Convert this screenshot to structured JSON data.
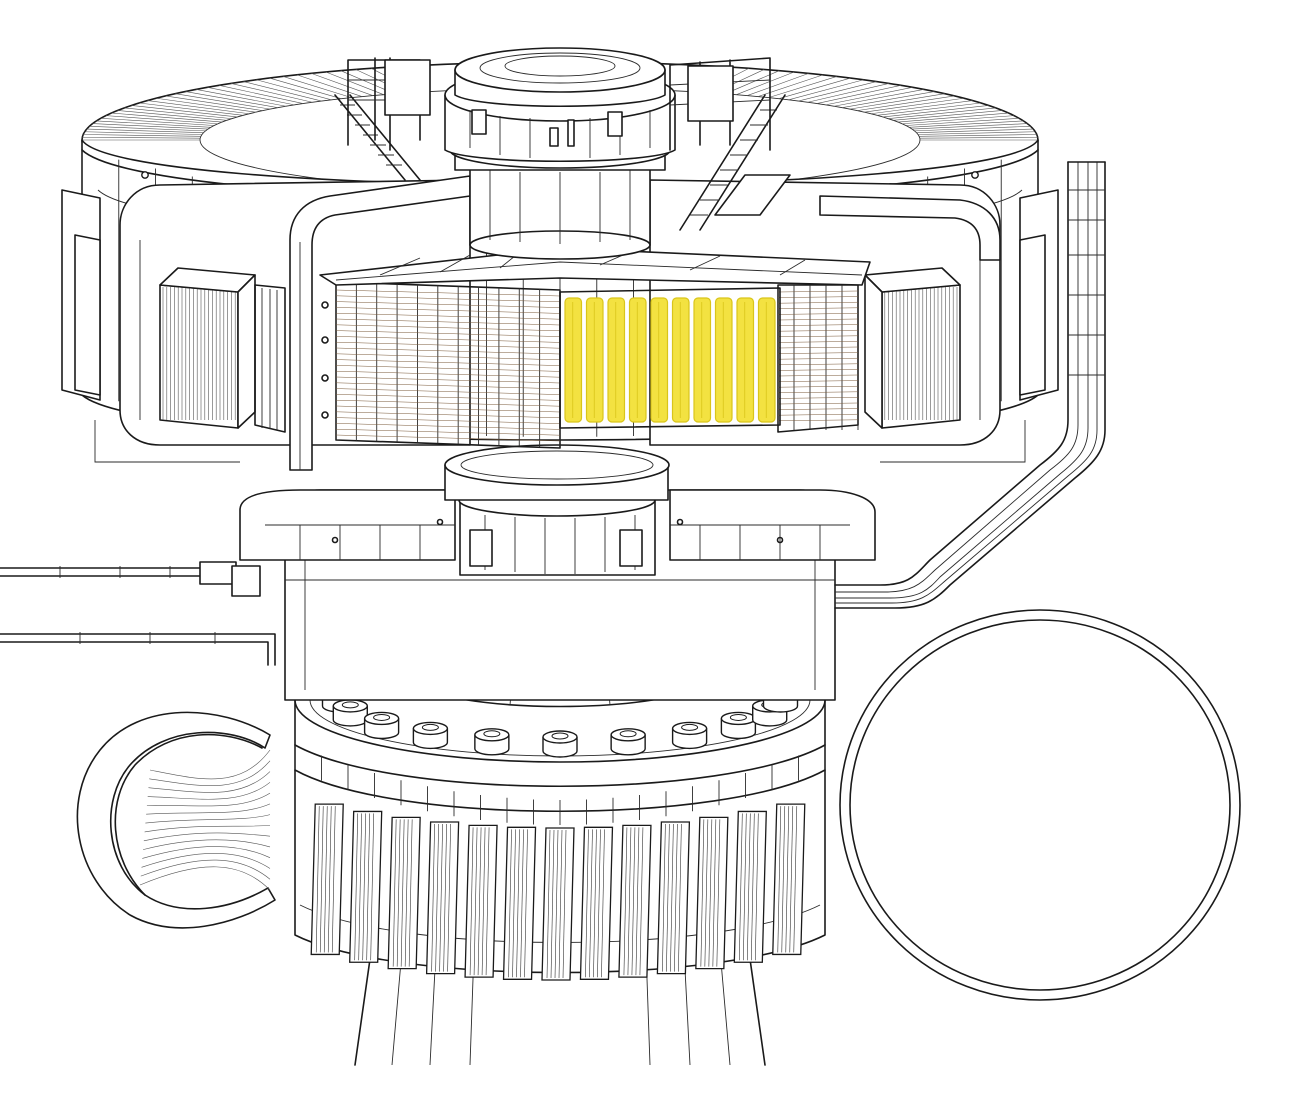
{
  "title": "",
  "colors": {
    "background": "#ffffff",
    "line": "#1a1a1a",
    "stator_coil": "#f2cfaa",
    "highlighted_pole": "#f3e241",
    "highlighted_pole_dark": "#d9c51a"
  },
  "highlight": {
    "component": "rotor-pole-windings",
    "pole_count_visible": 10
  },
  "counts": {
    "turbine_wicket_gates_visible": 11,
    "turbine_runner_vanes_visible": 13
  }
}
